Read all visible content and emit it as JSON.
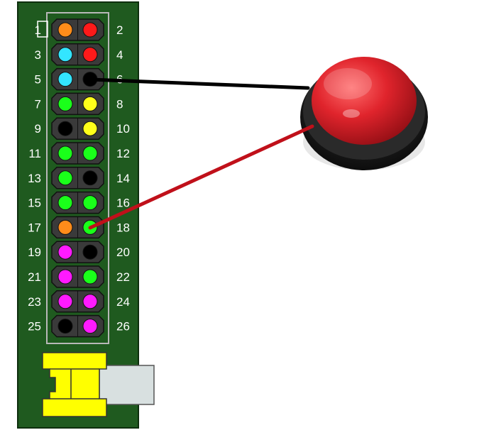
{
  "colors": {
    "board": "#1f5a1f",
    "board_edge": "#0d2e0d",
    "header_outline": "#b8b8b8",
    "pin_housing": "#3a3a3a",
    "label": "#ffffff",
    "wire_black": "#000000",
    "wire_red": "#c0101a",
    "button_red": "#e0242c",
    "button_ring": "#1a1a1a",
    "connector_yellow": "#ffff00",
    "connector_grey": "#d8e0e0"
  },
  "header": {
    "pin_rows": [
      {
        "left_label": "1",
        "right_label": "2",
        "left_color": "#ff8c1a",
        "right_color": "#ff1a1a"
      },
      {
        "left_label": "3",
        "right_label": "4",
        "left_color": "#33e5ff",
        "right_color": "#ff1a1a"
      },
      {
        "left_label": "5",
        "right_label": "6",
        "left_color": "#33e5ff",
        "right_color": "#000000"
      },
      {
        "left_label": "7",
        "right_label": "8",
        "left_color": "#1aff1a",
        "right_color": "#ffff1a"
      },
      {
        "left_label": "9",
        "right_label": "10",
        "left_color": "#000000",
        "right_color": "#ffff1a"
      },
      {
        "left_label": "11",
        "right_label": "12",
        "left_color": "#1aff1a",
        "right_color": "#1aff1a"
      },
      {
        "left_label": "13",
        "right_label": "14",
        "left_color": "#1aff1a",
        "right_color": "#000000"
      },
      {
        "left_label": "15",
        "right_label": "16",
        "left_color": "#1aff1a",
        "right_color": "#1aff1a"
      },
      {
        "left_label": "17",
        "right_label": "18",
        "left_color": "#ff8c1a",
        "right_color": "#1aff1a"
      },
      {
        "left_label": "19",
        "right_label": "20",
        "left_color": "#ff1aff",
        "right_color": "#000000"
      },
      {
        "left_label": "21",
        "right_label": "22",
        "left_color": "#ff1aff",
        "right_color": "#1aff1a"
      },
      {
        "left_label": "23",
        "right_label": "24",
        "left_color": "#ff1aff",
        "right_color": "#ff1aff"
      },
      {
        "left_label": "25",
        "right_label": "26",
        "left_color": "#000000",
        "right_color": "#ff1aff"
      }
    ]
  },
  "wires": [
    {
      "name": "black-wire",
      "from_pin": "6",
      "to": "button",
      "color": "#000000"
    },
    {
      "name": "red-wire",
      "from_pin": "18",
      "to": "button",
      "color": "#c0101a"
    }
  ]
}
